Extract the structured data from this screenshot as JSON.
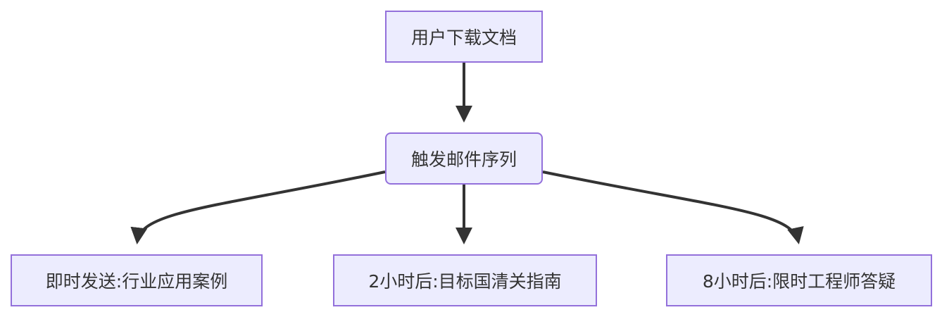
{
  "nodes": {
    "download": {
      "label": "用户下载文档"
    },
    "sequence": {
      "label": "触发邮件序列"
    },
    "instant": {
      "label": "即时发送:行业应用案例"
    },
    "after_2h": {
      "label": "2小时后:目标国清关指南"
    },
    "after_8h": {
      "label": "8小时后:限时工程师答疑"
    }
  },
  "edges": [
    {
      "from": "download",
      "to": "sequence"
    },
    {
      "from": "sequence",
      "to": "instant"
    },
    {
      "from": "sequence",
      "to": "after_2h"
    },
    {
      "from": "sequence",
      "to": "after_8h"
    }
  ],
  "colors": {
    "node_fill": "#ececfe",
    "node_border": "#9370db",
    "edge": "#333333",
    "text": "#333333"
  }
}
